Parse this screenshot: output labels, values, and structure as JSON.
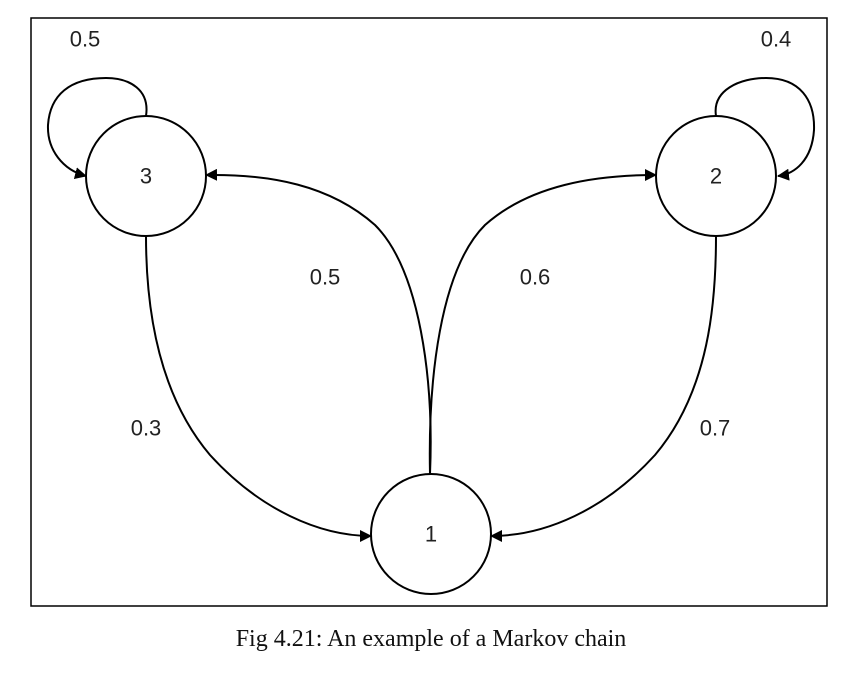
{
  "diagram": {
    "nodes": [
      {
        "id": "1",
        "label": "1"
      },
      {
        "id": "2",
        "label": "2"
      },
      {
        "id": "3",
        "label": "3"
      }
    ],
    "edges": [
      {
        "from": "3",
        "to": "3",
        "label": "0.5"
      },
      {
        "from": "2",
        "to": "2",
        "label": "0.4"
      },
      {
        "from": "1",
        "to": "3",
        "label": "0.5"
      },
      {
        "from": "1",
        "to": "2",
        "label": "0.6"
      },
      {
        "from": "3",
        "to": "1",
        "label": "0.3"
      },
      {
        "from": "2",
        "to": "1",
        "label": "0.7"
      }
    ]
  },
  "caption": "Fig 4.21: An example of a Markov chain"
}
